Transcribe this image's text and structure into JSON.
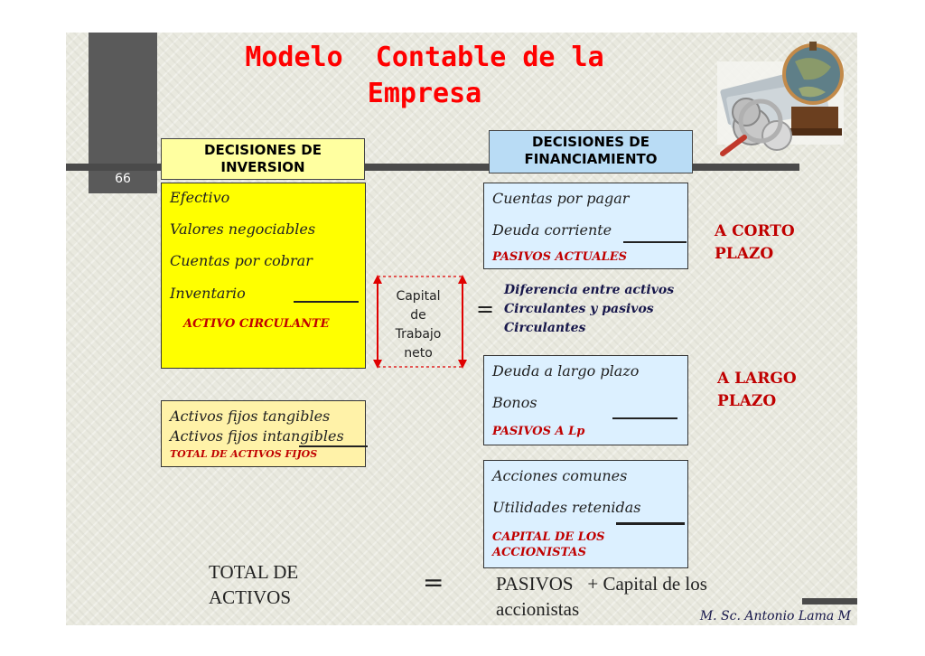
{
  "slide": {
    "number": "66",
    "title_line1": "Modelo  Contable de la",
    "title_line2": "Empresa",
    "author": "M. Sc. Antonio Lama M"
  },
  "left": {
    "header": "DECISIONES DE INVERSION",
    "current": {
      "items": [
        "Efectivo",
        "Valores negociables",
        "Cuentas por cobrar",
        "Inventario"
      ],
      "total": "ACTIVO  CIRCULANTE"
    },
    "fixed": {
      "items": [
        "Activos fijos tangibles",
        "Activos fijos intangibles"
      ],
      "total": "TOTAL DE ACTIVOS FIJOS"
    }
  },
  "right": {
    "header": "DECISIONES DE FINANCIAMIENTO",
    "short_term": {
      "items": [
        "Cuentas por pagar",
        "Deuda corriente"
      ],
      "total": "PASIVOS  ACTUALES",
      "side_label_1": "A CORTO",
      "side_label_2": "PLAZO"
    },
    "long_term": {
      "items": [
        "Deuda a largo plazo",
        "Bonos"
      ],
      "total": "PASIVOS  A Lp",
      "side_label_1": "A LARGO",
      "side_label_2": "PLAZO"
    },
    "equity": {
      "items": [
        "Acciones comunes",
        "Utilidades retenidas"
      ],
      "total_line1": "CAPITAL DE LOS",
      "total_line2": "ACCIONISTAS"
    }
  },
  "working_capital": {
    "label_line1": "Capital",
    "label_line2": "de",
    "label_line3": "Trabajo",
    "label_line4": "neto",
    "equals": "=",
    "desc_line1": "Diferencia entre activos",
    "desc_line2": "Circulantes y pasivos",
    "desc_line3": "Circulantes"
  },
  "equation": {
    "left_line1": "TOTAL DE",
    "left_line2": "ACTIVOS",
    "equals": "=",
    "right_line1": "PASIVOS   + Capital de los",
    "right_line2": "accionistas"
  },
  "colors": {
    "title": "#ff0000",
    "current_assets_box": "#ffff00",
    "fixed_assets_box": "#fff2a8",
    "liability_box": "#dcf0ff",
    "accent_red": "#c00000",
    "arrow_red": "#e00000"
  },
  "icons": {
    "decoration": "globe-coins-magnifier-icon"
  }
}
